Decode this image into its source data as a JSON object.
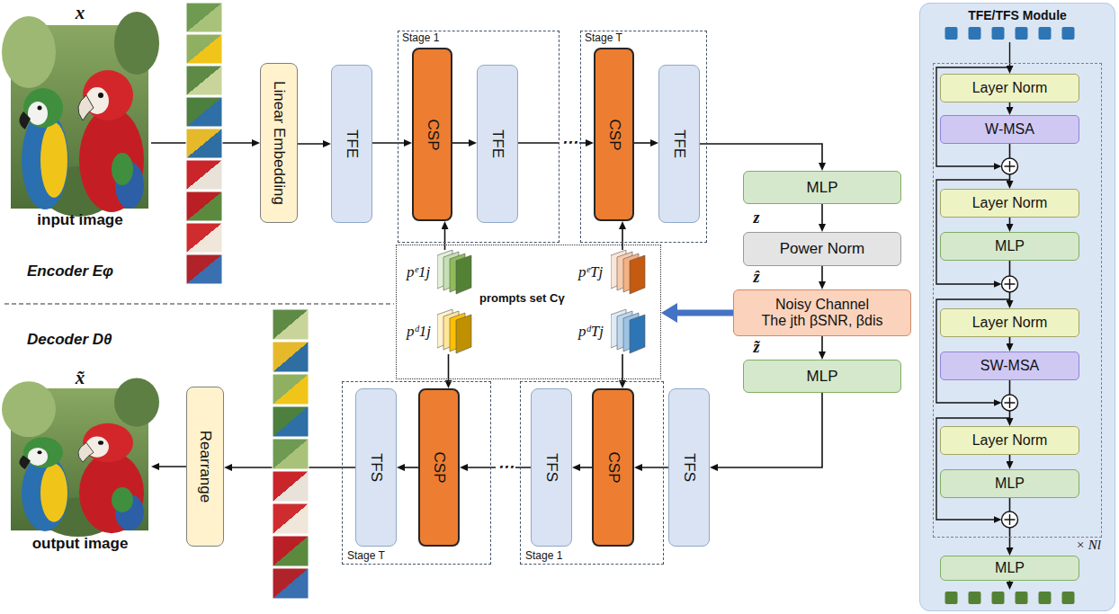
{
  "diagram": {
    "nodes": [
      {
        "text": [
          "x",
          "input image"
        ]
      },
      {
        "text": [
          "Linear Embedding"
        ]
      },
      {
        "text": [
          "TFE"
        ]
      },
      {
        "text": [
          "Stage 1"
        ]
      },
      {
        "text": [
          "CSP"
        ],
        "in": 3
      },
      {
        "text": [
          "TFE"
        ],
        "in": 3
      },
      {
        "text": [
          "Stage T"
        ]
      },
      {
        "text": [
          "CSP"
        ],
        "in": 6
      },
      {
        "text": [
          "TFE"
        ],
        "in": 6
      },
      {
        "text": [
          "MLP"
        ]
      },
      {
        "text": [
          "Power Norm"
        ]
      },
      {
        "text": [
          "prompts set Cγ"
        ]
      },
      {
        "text": [
          "pᵉ1j"
        ],
        "in": 11
      },
      {
        "text": [
          "pᵈ1j"
        ],
        "in": 11
      },
      {
        "text": [
          "pᵉTj"
        ],
        "in": 11
      },
      {
        "text": [
          "pᵈTj"
        ],
        "in": 11
      },
      {
        "text": [
          "Noisy Channel",
          "The jth βSNR, βdis"
        ]
      },
      {
        "text": [
          "MLP"
        ]
      },
      {
        "text": [
          "x̃",
          "output image"
        ]
      },
      {
        "text": [
          "Rearrange"
        ]
      },
      {
        "text": [
          "Stage T"
        ]
      },
      {
        "text": [
          "TFS"
        ],
        "in": 20
      },
      {
        "text": [
          "CSP"
        ],
        "in": 20
      },
      {
        "text": [
          "Stage 1"
        ]
      },
      {
        "text": [
          "TFS"
        ],
        "in": 23
      },
      {
        "text": [
          "CSP"
        ],
        "in": 23
      },
      {
        "text": [
          "TFS"
        ]
      },
      {
        "text": [
          "TFE/TFS Module"
        ]
      },
      {
        "text": [
          "× Nl"
        ],
        "in": 27
      },
      {
        "text": [
          "Layer Norm"
        ],
        "in": 28
      },
      {
        "text": [
          "W-MSA"
        ],
        "in": 28
      },
      {
        "text": [
          "Layer Norm"
        ],
        "in": 28
      },
      {
        "text": [
          "MLP"
        ],
        "in": 28
      },
      {
        "text": [
          "Layer Norm"
        ],
        "in": 28
      },
      {
        "text": [
          "SW-MSA"
        ],
        "in": 28
      },
      {
        "text": [
          "Layer Norm"
        ],
        "in": 28
      },
      {
        "text": [
          "MLP"
        ],
        "in": 28
      },
      {
        "text": [
          "MLP"
        ],
        "in": 27
      }
    ],
    "edges": [
      {
        "from": 0,
        "to": 1,
        "arrow": "to"
      },
      {
        "from": 1,
        "to": 2,
        "arrow": "to"
      },
      {
        "from": 2,
        "to": 4,
        "arrow": "to"
      },
      {
        "from": 4,
        "to": 5,
        "arrow": "to"
      },
      {
        "from": 5,
        "to": 7,
        "arrow": "to",
        "label": "⋯"
      },
      {
        "from": 7,
        "to": 8,
        "arrow": "to"
      },
      {
        "from": 8,
        "to": 9,
        "arrow": "to"
      },
      {
        "from": 9,
        "to": 10,
        "arrow": "to",
        "label": "z"
      },
      {
        "from": 10,
        "to": 16,
        "arrow": "to",
        "label": "ẑ"
      },
      {
        "from": 16,
        "to": 17,
        "arrow": "to",
        "label": "z̃"
      },
      {
        "from": 16,
        "to": 11,
        "arrow": "to"
      },
      {
        "from": 12,
        "to": 4,
        "arrow": "to"
      },
      {
        "from": 14,
        "to": 7,
        "arrow": "to"
      },
      {
        "from": 13,
        "to": 22,
        "arrow": "to"
      },
      {
        "from": 15,
        "to": 25,
        "arrow": "to"
      },
      {
        "from": 17,
        "to": 26,
        "arrow": "to"
      },
      {
        "from": 26,
        "to": 25,
        "arrow": "to"
      },
      {
        "from": 25,
        "to": 24,
        "arrow": "to"
      },
      {
        "from": 24,
        "to": 22,
        "arrow": "to",
        "label": "⋯"
      },
      {
        "from": 22,
        "to": 21,
        "arrow": "to"
      },
      {
        "from": 21,
        "to": 19,
        "arrow": "to"
      },
      {
        "from": 19,
        "to": 18,
        "arrow": "to"
      },
      {
        "from": 29,
        "to": 30,
        "arrow": "to"
      },
      {
        "from": 30,
        "to": 31,
        "arrow": "to"
      },
      {
        "from": 31,
        "to": 32,
        "arrow": "to"
      },
      {
        "from": 32,
        "to": 33,
        "arrow": "to"
      },
      {
        "from": 33,
        "to": 34,
        "arrow": "to"
      },
      {
        "from": 34,
        "to": 35,
        "arrow": "to"
      },
      {
        "from": 35,
        "to": 36,
        "arrow": "to"
      },
      {
        "from": 36,
        "to": 37,
        "arrow": "to"
      }
    ],
    "labels": [
      "Encoder Eφ",
      "Decoder Dθ"
    ]
  }
}
